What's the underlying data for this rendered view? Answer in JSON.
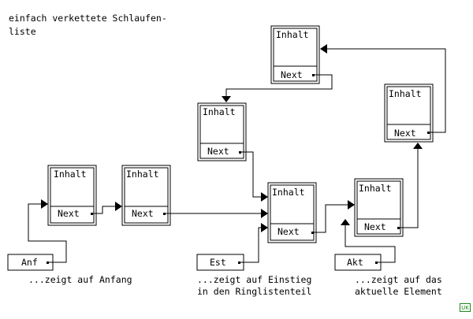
{
  "title": [
    "einfach verkettete Schlaufen-",
    "liste"
  ],
  "node": {
    "content_label": "Inhalt",
    "next_label": "Next"
  },
  "pointers": {
    "start": "Anf",
    "entry": "Est",
    "current": "Akt"
  },
  "captions": {
    "start": [
      "...zeigt auf Anfang"
    ],
    "entry": [
      "...zeigt auf Einstieg",
      "in den Ringlistenteil"
    ],
    "current": [
      "...zeigt auf das",
      "aktuelle Element"
    ]
  },
  "logo": "UK",
  "colors": {
    "line": "#000000",
    "background": "#ffffff",
    "logo": "#1a8a1a"
  }
}
